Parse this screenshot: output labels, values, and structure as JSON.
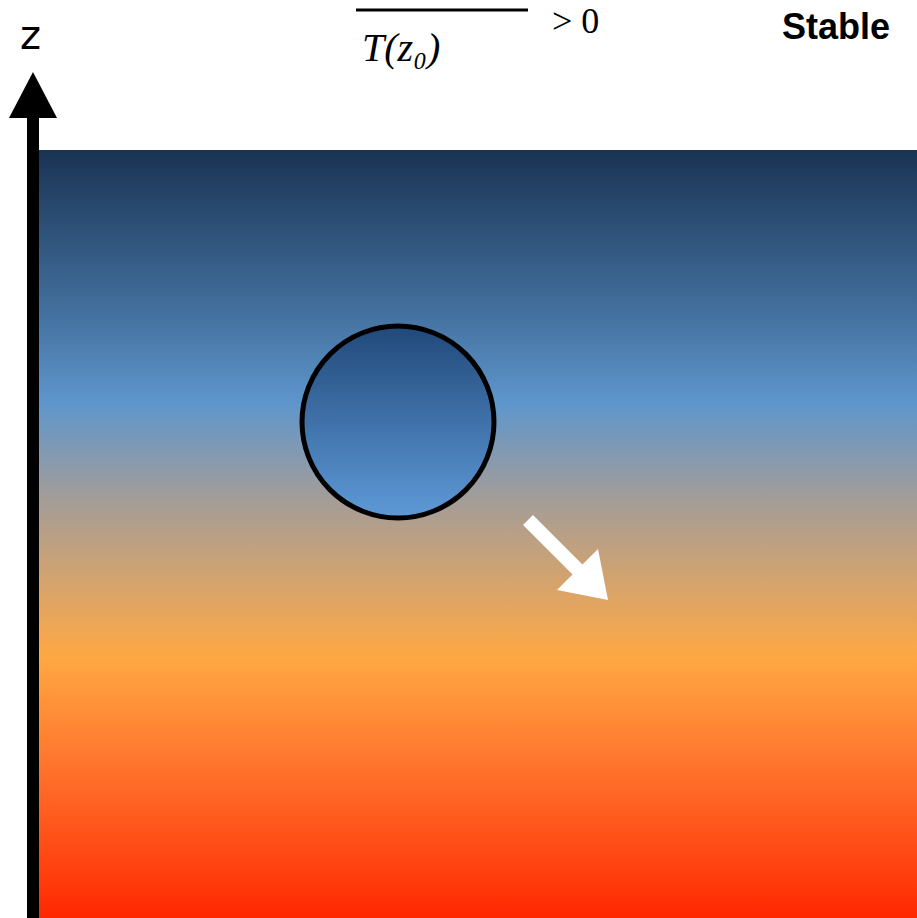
{
  "diagram": {
    "labels": [
      "z",
      "T(z₀)",
      "> 0",
      "Stable"
    ]
  }
}
